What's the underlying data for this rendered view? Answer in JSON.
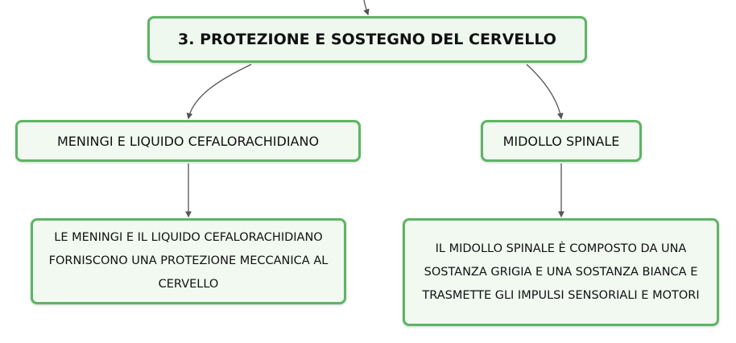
{
  "diagram": {
    "root": {
      "label": "3. PROTEZIONE E SOSTEGNO DEL CERVELLO"
    },
    "branches": [
      {
        "label": "MENINGI E LIQUIDO CEFALORACHIDIANO",
        "detail": "LE MENINGI E IL LIQUIDO CEFALORACHIDIANO FORNISCONO UNA PROTEZIONE MECCANICA AL CERVELLO"
      },
      {
        "label": "MIDOLLO SPINALE",
        "detail": "IL MIDOLLO SPINALE È COMPOSTO DA UNA SOSTANZA GRIGIA E UNA SOSTANZA BIANCA E TRASMETTE GLI IMPULSI SENSORIALI E MOTORI"
      }
    ],
    "colors": {
      "node_border": "#5db564",
      "node_fill": "#f1f9f1",
      "connector": "#555555",
      "text": "#111111"
    }
  }
}
